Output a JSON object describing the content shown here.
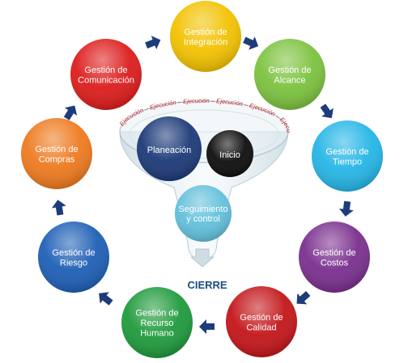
{
  "process_nodes": [
    {
      "lines": [
        "Gestión de",
        "Integración"
      ],
      "color": "#f2c200"
    },
    {
      "lines": [
        "Gestión de",
        "Alcance"
      ],
      "color": "#7cc23e"
    },
    {
      "lines": [
        "Gestión de",
        "Tiempo"
      ],
      "color": "#25b6e6"
    },
    {
      "lines": [
        "Gestión de",
        "Costos"
      ],
      "color": "#7a2f8e"
    },
    {
      "lines": [
        "Gestión de",
        "Calidad"
      ],
      "color": "#c3161a"
    },
    {
      "lines": [
        "Gestión de",
        "Recurso",
        "Humano"
      ],
      "color": "#1f9a3c"
    },
    {
      "lines": [
        "Gestión de",
        "Riesgo"
      ],
      "color": "#1e5fb5"
    },
    {
      "lines": [
        "Gestión de",
        "Compras"
      ],
      "color": "#ee7a1f"
    },
    {
      "lines": [
        "Gestión de",
        "Comunicación"
      ],
      "color": "#dd1c1c"
    }
  ],
  "funnel": {
    "rim_text": "Ejecución – Ejecución – Ejecución – Ejecución – Ejecución – Ejecución",
    "planeacion": "Planeación",
    "inicio": "Inicio",
    "seguimiento_lines": [
      "Seguimiento",
      "y control"
    ],
    "cierre": "CIERRE"
  },
  "colors": {
    "arrow": "#1e3c7a",
    "planeacion": "#1c3a78",
    "inicio": "#0d0d0d",
    "seguimiento": "#63c0dc",
    "cierre": "#1d4b7e",
    "rim_text": "#c0262e"
  }
}
